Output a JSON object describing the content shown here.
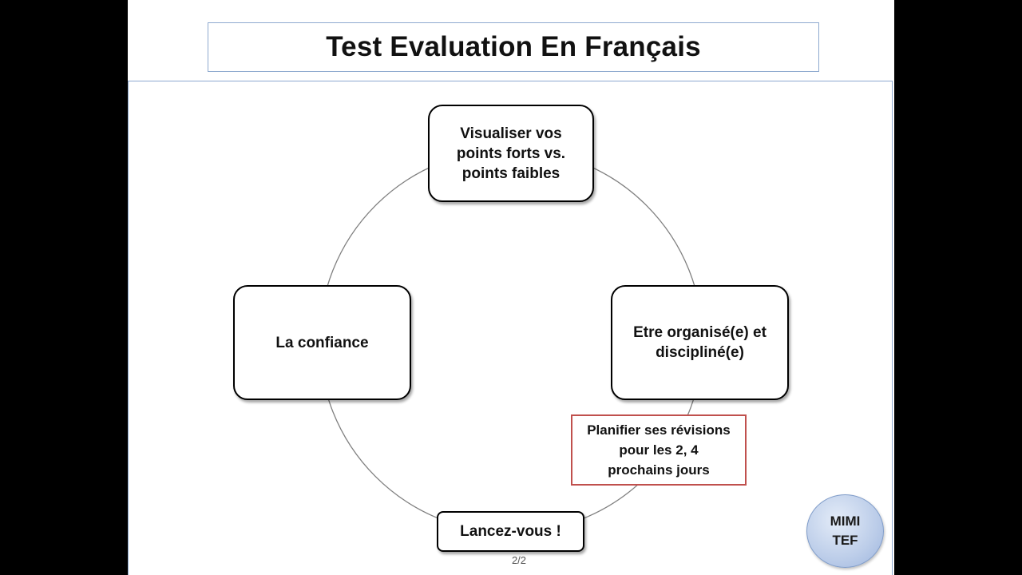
{
  "slide": {
    "title": "Test Evaluation En Français",
    "page_number": "2/2"
  },
  "diagram": {
    "nodes": {
      "visualiser": [
        "Visualiser vos",
        "points forts vs.",
        "points faibles"
      ],
      "organise": [
        "Etre organisé(e) et",
        "discipliné(e)"
      ],
      "confiance": [
        "La confiance"
      ],
      "lancez": [
        "Lancez-vous !"
      ]
    },
    "note": [
      "Planifier ses révisions",
      "pour les 2, 4",
      "prochains jours"
    ]
  },
  "badge": {
    "line1": "MIMI",
    "line2": "TEF",
    "color": "#bccde9"
  },
  "colors": {
    "frame": "#8ea9cf",
    "note_border": "#c0504d",
    "cycle_line": "#808080"
  }
}
